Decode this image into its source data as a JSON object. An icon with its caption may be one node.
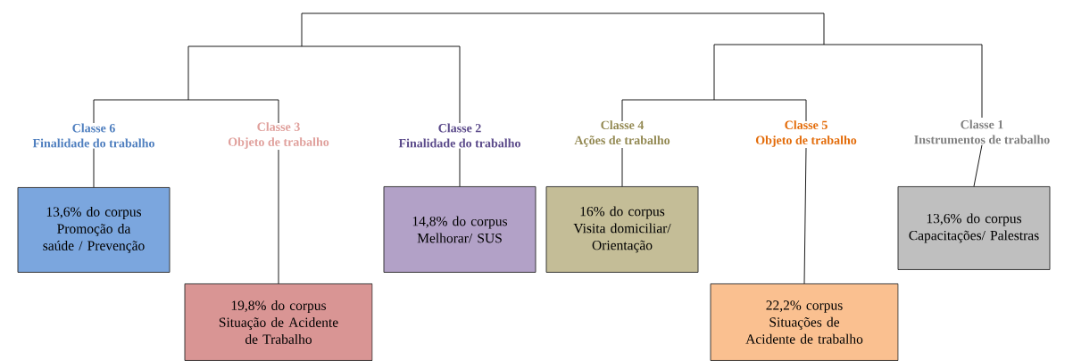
{
  "diagram": {
    "nodes": [
      {
        "text": [
          "Classe 6",
          "Finalidade do trabalho"
        ]
      },
      {
        "text": [
          "Classe 3",
          "Objeto de trabalho"
        ]
      },
      {
        "text": [
          "Classe 2",
          "Finalidade do trabalho"
        ]
      },
      {
        "text": [
          "Classe 4",
          "Ações de trabalho"
        ]
      },
      {
        "text": [
          "Classe 5",
          "Objeto de trabalho"
        ]
      },
      {
        "text": [
          "Classe 1",
          "Instrumentos de trabalho"
        ]
      },
      {
        "text": [
          "13,6% do corpus",
          "Promoção da saúde / Prevenção"
        ]
      },
      {
        "text": [
          "19,8% do corpus",
          "Situação de Acidente de Trabalho"
        ]
      },
      {
        "text": [
          "14,8% do corpus",
          "Melhorar/ SUS"
        ]
      },
      {
        "text": [
          "16% do corpus",
          "Visita domiciliar/ Orientação"
        ]
      },
      {
        "text": [
          "22,2% corpus",
          "Situações de Acidente de trabalho"
        ]
      },
      {
        "text": [
          "13,6% do corpus",
          "Capacitações/ Palestras"
        ]
      }
    ],
    "edges": [
      {
        "from": 0,
        "to": 6,
        "arrow": "none"
      },
      {
        "from": 1,
        "to": 7,
        "arrow": "none"
      },
      {
        "from": 2,
        "to": 8,
        "arrow": "none"
      },
      {
        "from": 3,
        "to": 9,
        "arrow": "none"
      },
      {
        "from": 4,
        "to": 10,
        "arrow": "none"
      },
      {
        "from": 5,
        "to": 11,
        "arrow": "none"
      }
    ]
  }
}
